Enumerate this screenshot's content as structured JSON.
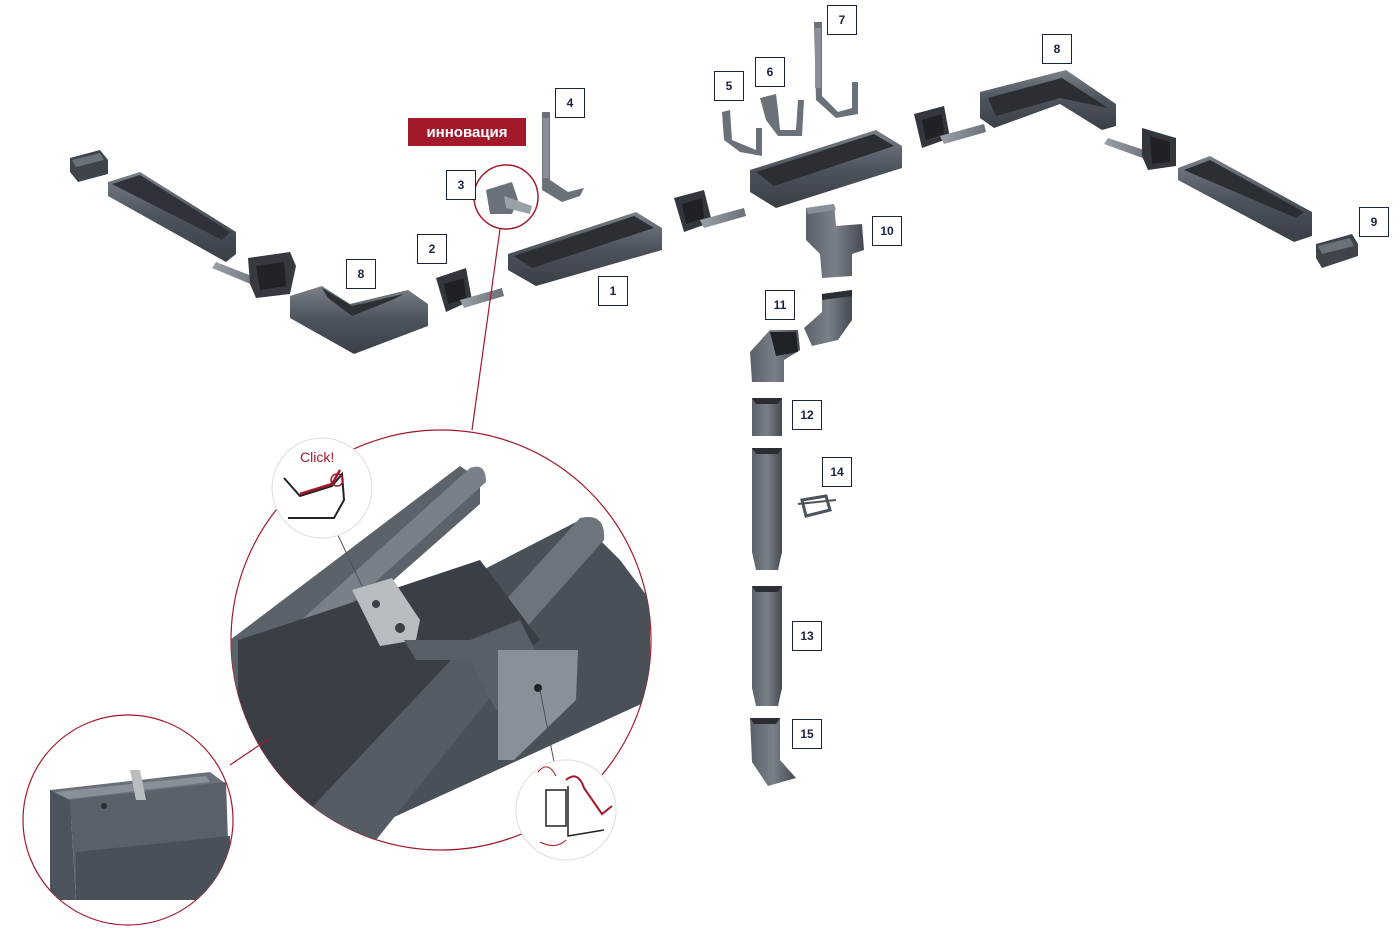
{
  "badge": {
    "label": "инновация"
  },
  "callout": {
    "click_label": "Click!"
  },
  "part_numbers": [
    {
      "id": "1",
      "label": "1"
    },
    {
      "id": "2",
      "label": "2"
    },
    {
      "id": "3",
      "label": "3"
    },
    {
      "id": "4",
      "label": "4"
    },
    {
      "id": "5",
      "label": "5"
    },
    {
      "id": "6",
      "label": "6"
    },
    {
      "id": "7",
      "label": "7"
    },
    {
      "id": "8a",
      "label": "8"
    },
    {
      "id": "8b",
      "label": "8"
    },
    {
      "id": "9",
      "label": "9"
    },
    {
      "id": "10",
      "label": "10"
    },
    {
      "id": "11",
      "label": "11"
    },
    {
      "id": "12",
      "label": "12"
    },
    {
      "id": "13",
      "label": "13"
    },
    {
      "id": "14",
      "label": "14"
    },
    {
      "id": "15",
      "label": "15"
    }
  ],
  "colors": {
    "metal": "#4d535c",
    "metal_light": "#6b7179",
    "accent": "#a3192c",
    "label_border": "#1b2240"
  }
}
